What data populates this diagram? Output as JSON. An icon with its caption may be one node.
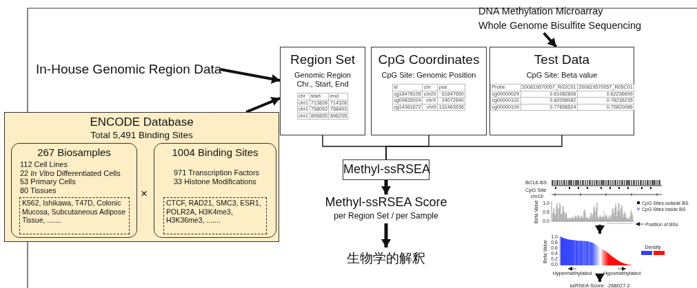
{
  "diagram": {
    "nodes": [
      {
        "text": [
          "In-House Genomic Region Data"
        ]
      },
      {
        "text": [
          "ENCODE Database",
          "Total 5,491 Binding Sites"
        ]
      },
      {
        "text": [
          "267 Biosamples",
          "112 Cell Lines",
          "22 *In Vitro* Differentiated Cells",
          "53 Primary Cells",
          "80 Tissues"
        ],
        "in": 1
      },
      {
        "text": [
          "K562, Ishikawa, T47D, Colonic Mucosa, Subcutaneous Adipose Tissue, ......."
        ],
        "in": 2
      },
      {
        "text": [
          "1004 Binding Sites",
          "971 Transcription Factors",
          "33 Histone Modifications"
        ],
        "in": 1
      },
      {
        "text": [
          "CTCF, RAD21, SMC3, ESR1, POLR2A, H3K4me3, H3K36me3, ......."
        ],
        "in": 4
      },
      {
        "text": [
          "Region Set",
          "Genomic Region Chr., Start, End"
        ]
      },
      {
        "text": [
          "CpG Coordinates",
          "CpG Site: Genomic Position"
        ]
      },
      {
        "text": [
          "Test Data",
          "CpG Site: Beta value"
        ]
      },
      {
        "text": [
          "DNA Methylation Microarray",
          "Whole Genome Bisulfite Sequencing"
        ]
      },
      {
        "text": [
          "Methyl-ssRSEA"
        ]
      },
      {
        "text": [
          "Methyl-ssRSEA Score",
          "per Region Set / per Sample"
        ]
      },
      {
        "text": [
          "生物学的解釈"
        ]
      }
    ],
    "edges": [
      {
        "from": 0,
        "to": 6,
        "arrow": "to"
      },
      {
        "from": 1,
        "to": 6,
        "arrow": "to"
      },
      {
        "from": 9,
        "to": 8,
        "arrow": "to"
      },
      {
        "from": 6,
        "to": 10,
        "arrow": "none"
      },
      {
        "from": 7,
        "to": 10,
        "arrow": "none"
      },
      {
        "from": 8,
        "to": 10,
        "arrow": "none"
      },
      {
        "from": 10,
        "to": 11,
        "arrow": "to"
      },
      {
        "from": 11,
        "to": 12,
        "arrow": "to"
      }
    ],
    "labels": [
      "chr",
      "start",
      "end",
      "chr1",
      "713828",
      "714328",
      "chr1",
      "758093",
      "758493",
      "chr1",
      "895835",
      "896235",
      "id",
      "chr",
      "pos",
      "cg18478105",
      "chr20",
      "61847650",
      "cg09835024",
      "chrX",
      "24072640",
      "cg14361672",
      "chr9",
      "131463936",
      "Probe",
      "200819570057_R02C01",
      "200819570057_R05C01",
      "cg00000029",
      "0.61082806",
      "0.62236699",
      "cg00000102",
      "0.82058082",
      "0.78236235",
      "cg00000109",
      "0.77658524",
      "0.75820086",
      "×",
      "BCL6-BS",
      "CpG Site",
      "chr19:",
      "1.0",
      "0.5",
      "0.0",
      "Beta Value",
      "CpG Sites outside BS",
      "CpG Sites inside BS",
      "Position of BSs",
      "1.0",
      "0.8",
      "0.6",
      "0.4",
      "0.2",
      "0.0",
      "Beta Value",
      "Density",
      "Hypermethylated",
      "Hypomethylated",
      "ssRSEA Score: -268027.2"
    ]
  }
}
